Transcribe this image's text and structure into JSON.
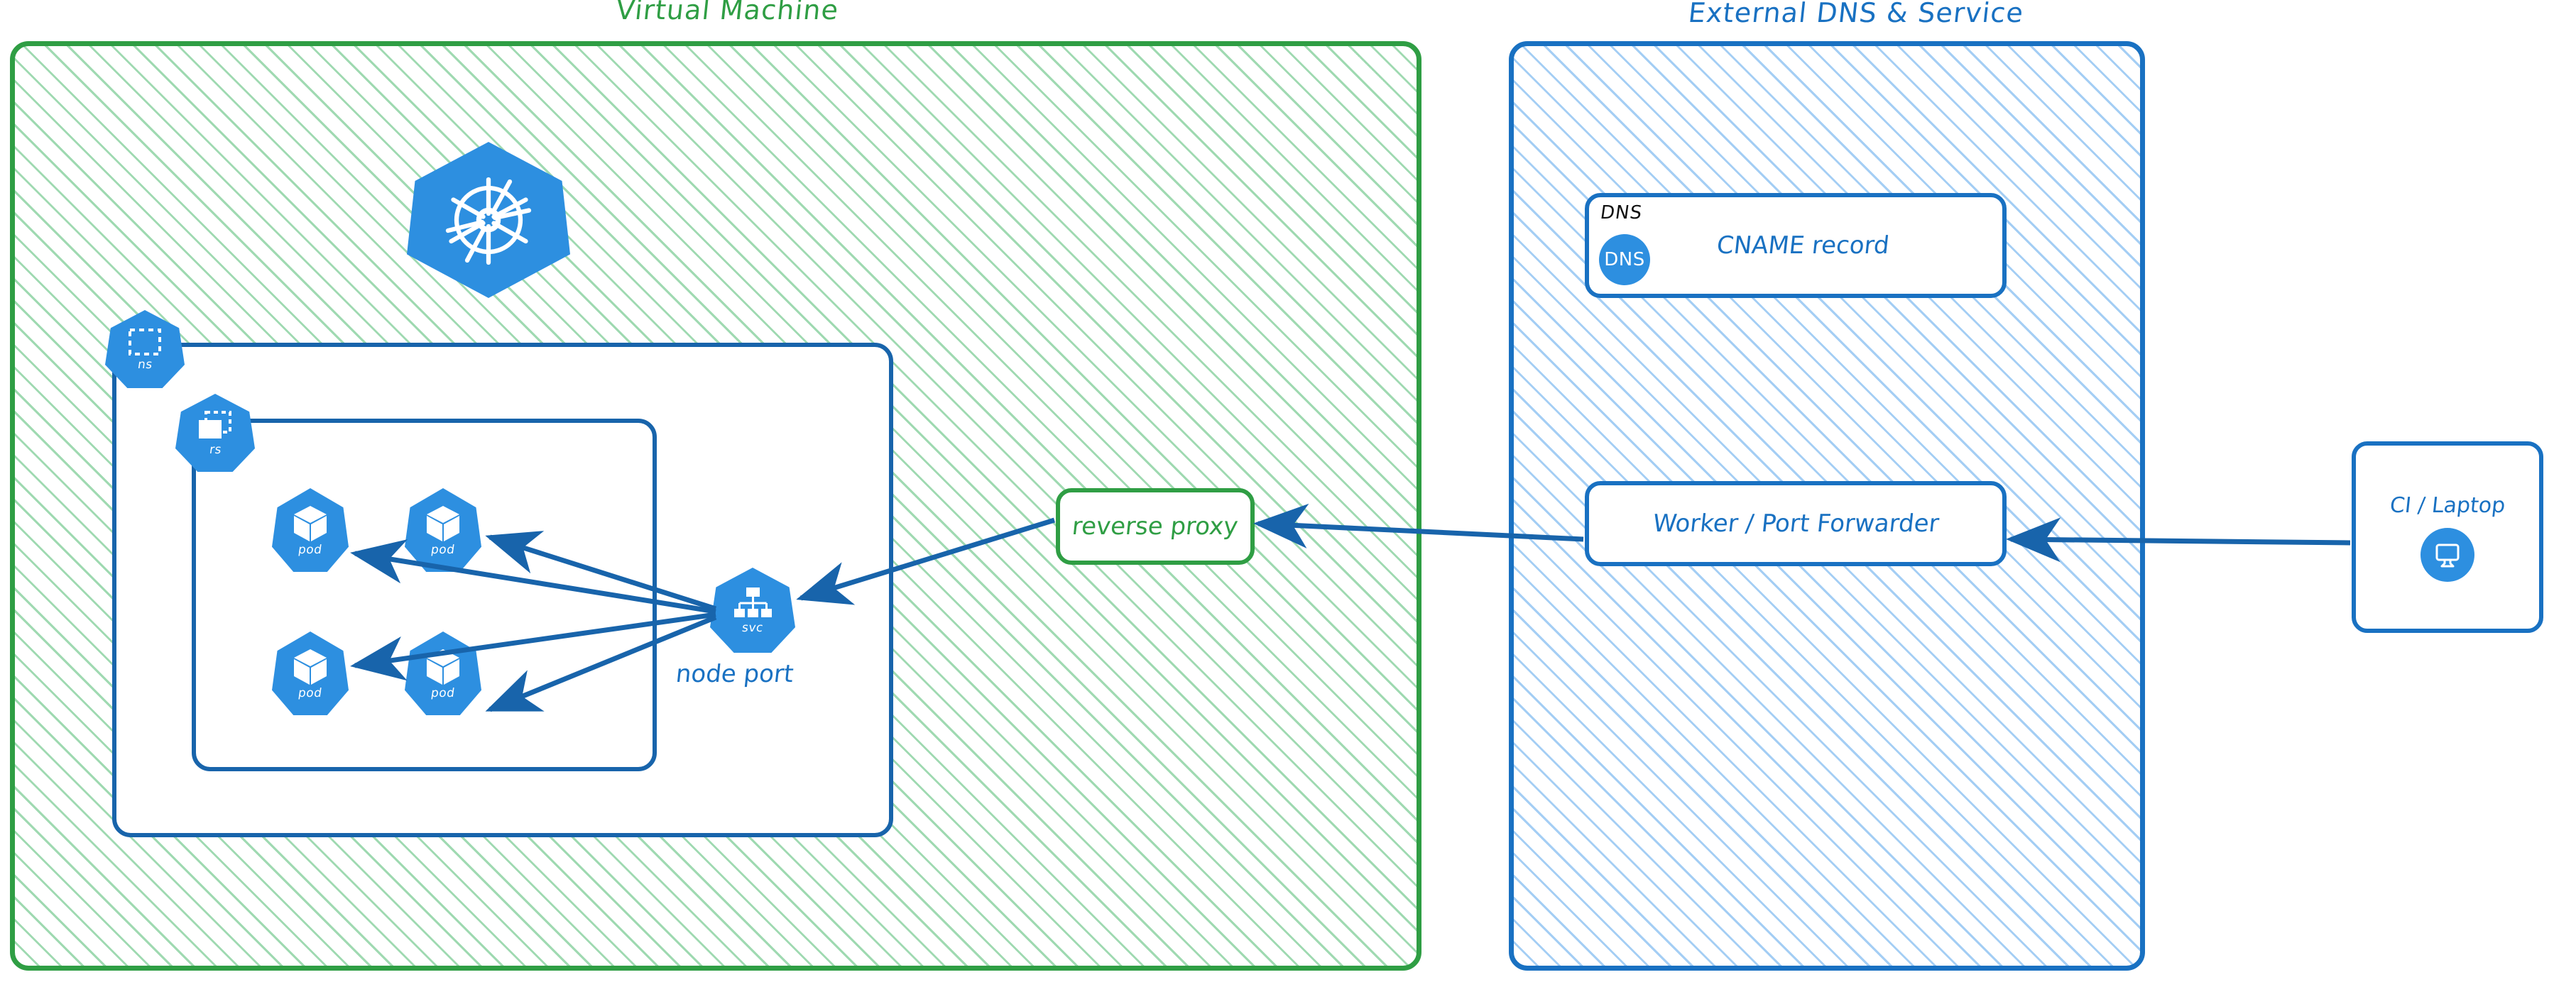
{
  "diagram": {
    "type": "architecture-diagram",
    "style": "hand-drawn-sketch",
    "colors": {
      "vm_zone": "#2f9e44",
      "external_zone": "#1971c2",
      "kubernetes_blue": "#2d8fe0",
      "border_blue": "#1864ab",
      "background": "#ffffff"
    }
  },
  "zones": {
    "vm": {
      "title": "Virtual Machine",
      "hatch": "green-diagonal"
    },
    "external": {
      "title": "External DNS & Service",
      "hatch": "blue-diagonal"
    }
  },
  "kubernetes": {
    "logo_name": "kubernetes-helm-logo",
    "namespace": {
      "label": "ns",
      "icon": "namespace-dashed-square-icon"
    },
    "replicaset": {
      "label": "rs",
      "icon": "replicaset-stacked-squares-icon"
    },
    "service": {
      "label": "svc",
      "icon": "service-hierarchy-icon",
      "caption": "node port"
    },
    "pods": [
      {
        "label": "pod",
        "icon": "pod-cube-icon"
      },
      {
        "label": "pod",
        "icon": "pod-cube-icon"
      },
      {
        "label": "pod",
        "icon": "pod-cube-icon"
      },
      {
        "label": "pod",
        "icon": "pod-cube-icon"
      }
    ]
  },
  "nodes": {
    "reverse_proxy": {
      "label": "reverse proxy"
    },
    "dns": {
      "tag": "DNS",
      "badge": "DNS",
      "label": "CNAME record"
    },
    "worker": {
      "label": "Worker / Port Forwarder"
    },
    "client": {
      "label": "CI / Laptop",
      "icon": "desktop-monitor-icon"
    }
  },
  "connections": [
    {
      "from": "svc",
      "to": "pod-1",
      "direction": "to-pod"
    },
    {
      "from": "svc",
      "to": "pod-2",
      "direction": "to-pod"
    },
    {
      "from": "svc",
      "to": "pod-3",
      "direction": "to-pod"
    },
    {
      "from": "svc",
      "to": "pod-4",
      "direction": "to-pod"
    },
    {
      "from": "reverse-proxy",
      "to": "svc",
      "direction": "left"
    },
    {
      "from": "worker",
      "to": "reverse-proxy",
      "direction": "left"
    },
    {
      "from": "client",
      "to": "worker",
      "direction": "left"
    }
  ]
}
